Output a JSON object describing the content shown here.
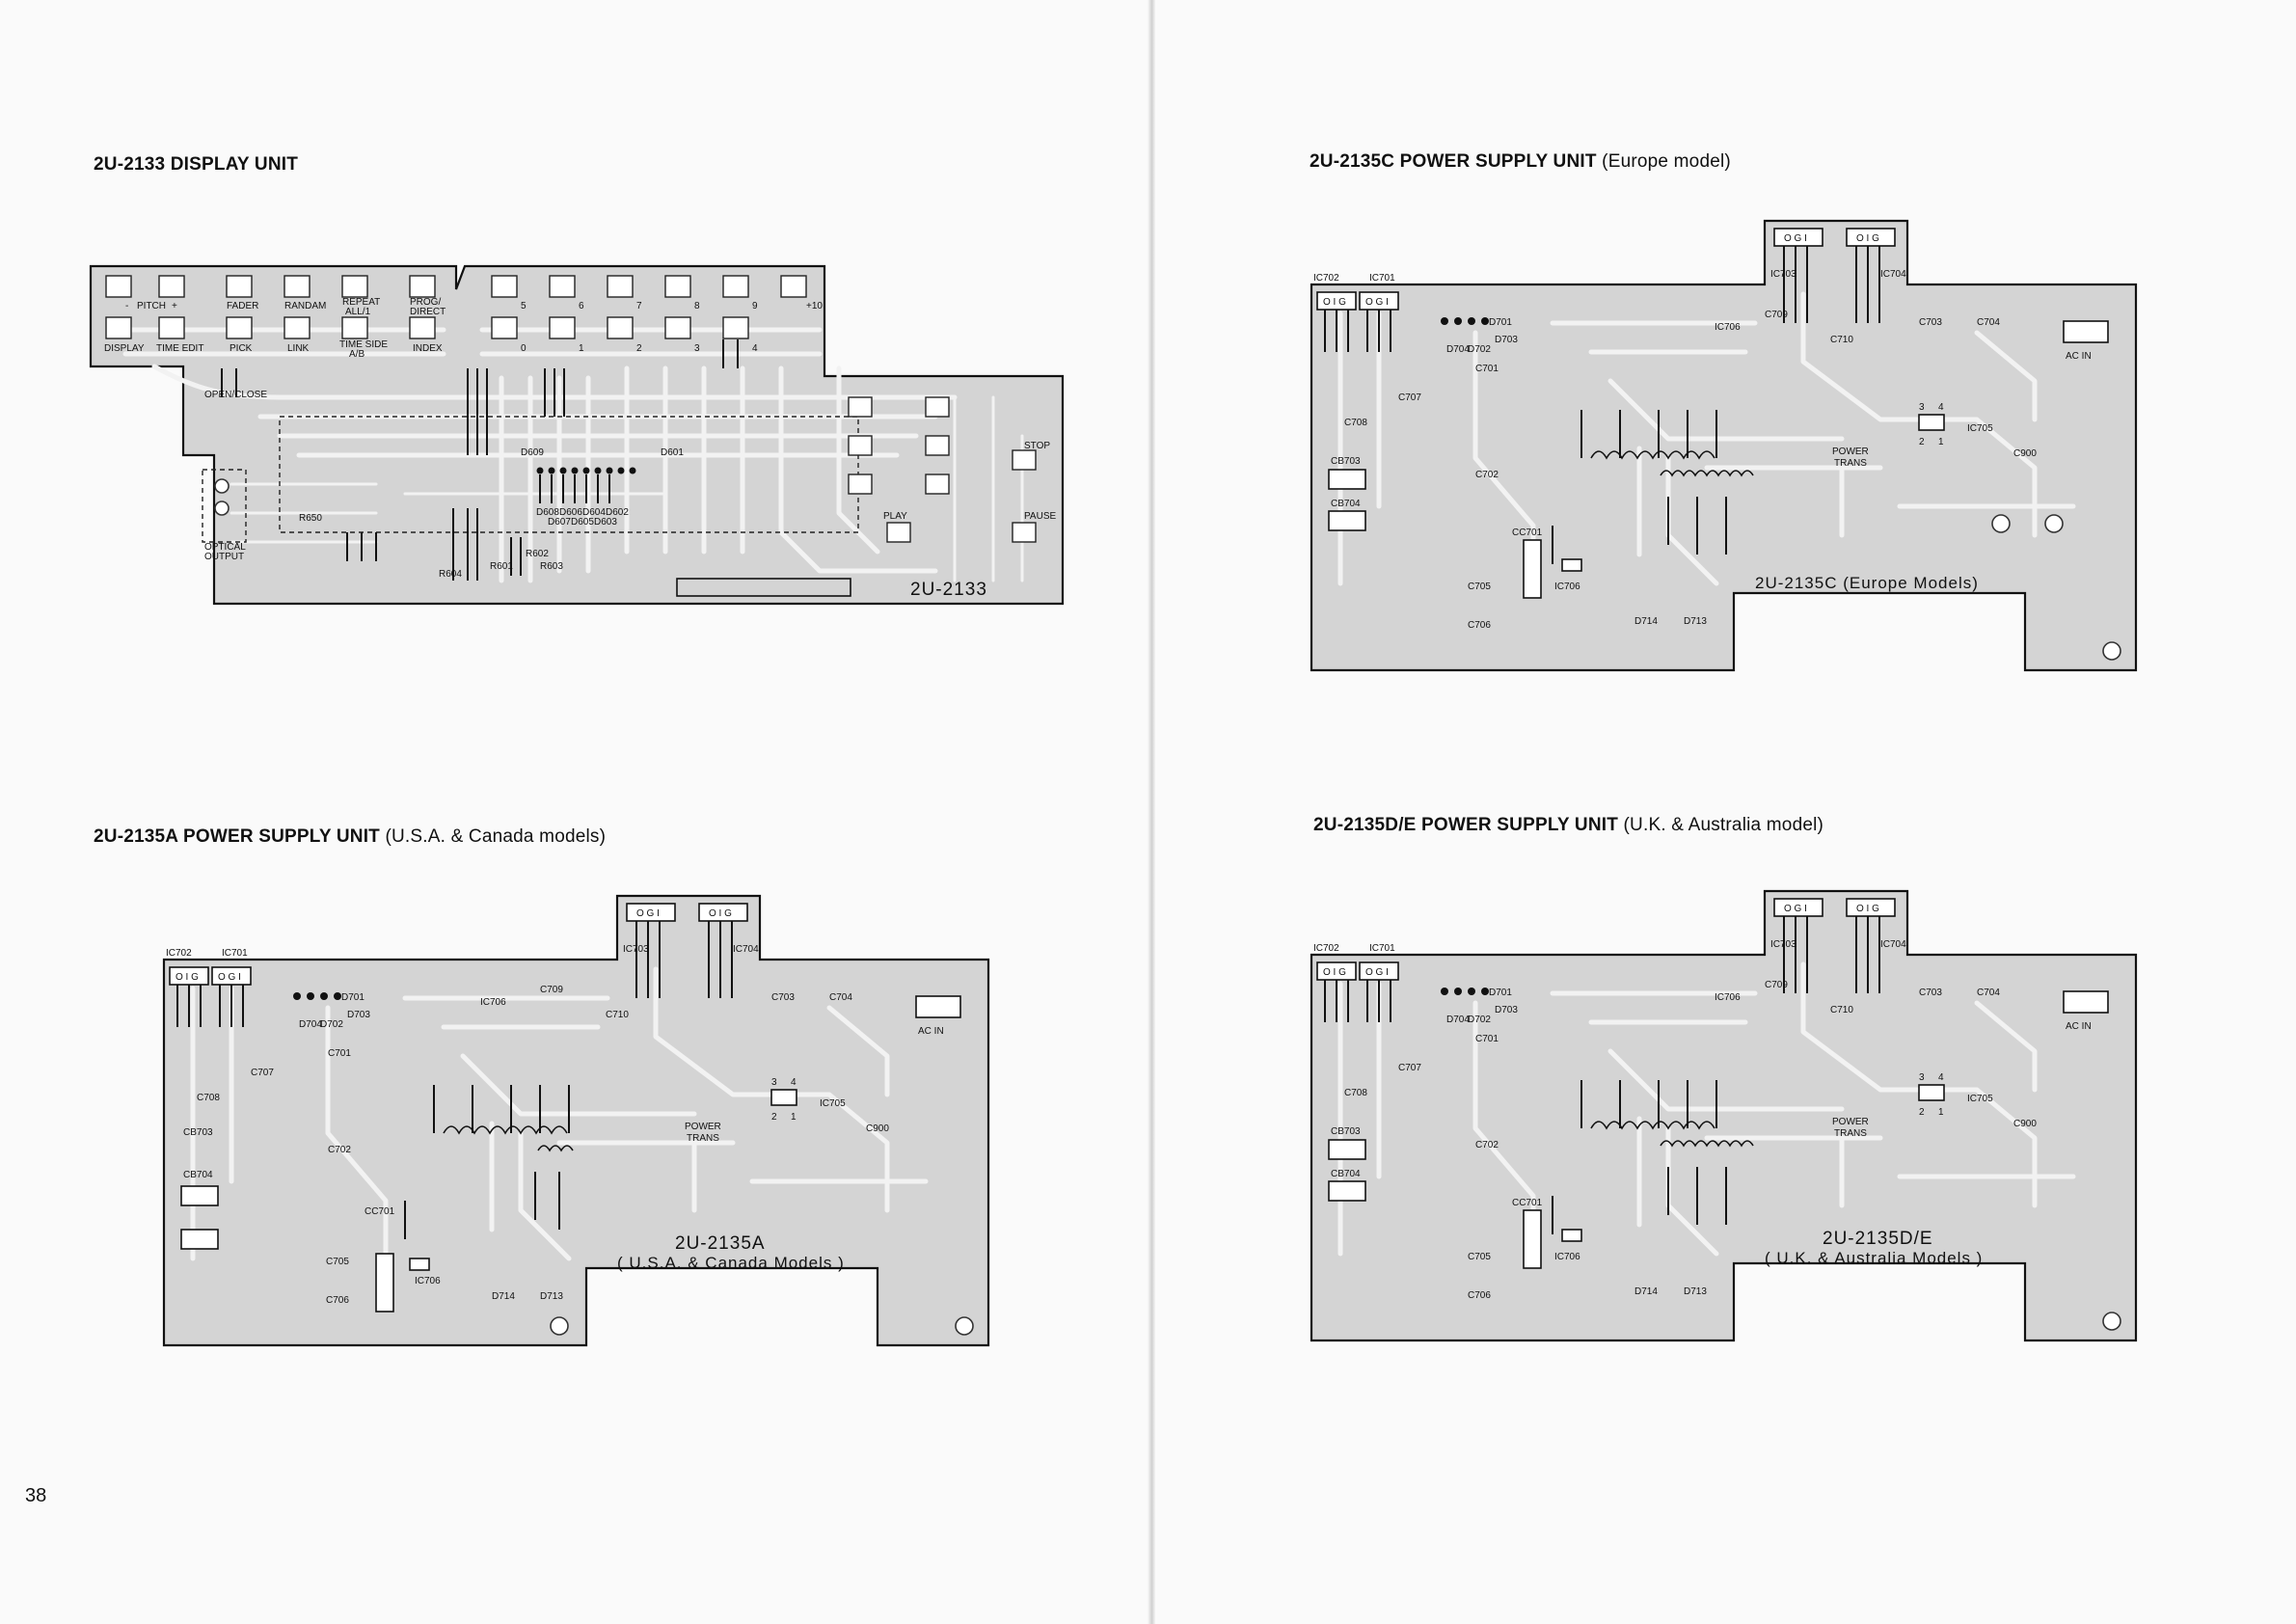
{
  "page_number": "38",
  "display_unit": {
    "heading": "2U-2133 DISPLAY UNIT",
    "board_tag": "2U-2133",
    "labels": {
      "pitch": "PITCH",
      "plus": "+",
      "minus": "-",
      "fader": "FADER",
      "random": "RANDAM",
      "repeat": "REPEAT",
      "all": "ALL/1",
      "prog": "PROG/",
      "direct": "DIRECT",
      "display": "DISPLAY",
      "time_edit": "TIME EDIT",
      "pick": "PICK",
      "link": "LINK",
      "time_side": "TIME SIDE",
      "ab": "A/B",
      "index": "INDEX",
      "n5": "5",
      "n6": "6",
      "n7": "7",
      "n8": "8",
      "n9": "9",
      "n10": "+10",
      "n0": "0",
      "n1": "1",
      "n2": "2",
      "n3": "3",
      "n4": "4",
      "open_close": "OPEN/CLOSE",
      "r650": "R650",
      "optical": "OPTICAL",
      "output": "OUTPUT",
      "d609": "D609",
      "d601": "D601",
      "d608": "D608",
      "d607": "D607",
      "d606": "D606",
      "d605": "D605",
      "d604": "D604",
      "d603": "D603",
      "d602": "D602",
      "r601": "R601",
      "r602": "R602",
      "r603": "R603",
      "r604": "R604",
      "stop": "STOP",
      "play": "PLAY",
      "pause": "PAUSE"
    }
  },
  "psu_a": {
    "heading": "2U-2135A POWER SUPPLY UNIT",
    "sub": "(U.S.A. & Canada models)",
    "board_tag": "2U-2135A",
    "board_sub": "( U.S.A. & Canada  Models )"
  },
  "psu_c": {
    "heading": "2U-2135C POWER SUPPLY UNIT",
    "sub": "(Europe model)",
    "board_tag": "2U-2135C (Europe Models)"
  },
  "psu_de": {
    "heading": "2U-2135D/E POWER SUPPLY UNIT",
    "sub": "(U.K. & Australia model)",
    "board_tag": "2U-2135D/E",
    "board_sub": "( U.K. & Australia  Models )"
  },
  "psu_labels": {
    "ic702": "IC702",
    "ic701": "IC701",
    "ic703": "IC703",
    "ic704": "IC704",
    "ic705": "IC705",
    "ic706": "IC706",
    "ogi": "O G I",
    "oig": "O I G",
    "d701": "D701",
    "d702": "D702",
    "d703": "D703",
    "d704": "D704",
    "d713": "D713",
    "d714": "D714",
    "c701": "C701",
    "c702": "C702",
    "c703": "C703",
    "c704": "C704",
    "c705": "C705",
    "c706": "C706",
    "c707": "C707",
    "c708": "C708",
    "c709": "C709",
    "c710": "C710",
    "c900": "C900",
    "cb703": "CB703",
    "cb704": "CB704",
    "cc701": "CC701",
    "ac_in": "AC IN",
    "power": "POWER",
    "trans": "TRANS",
    "p1": "1",
    "p2": "2",
    "p3": "3",
    "p4": "4"
  }
}
